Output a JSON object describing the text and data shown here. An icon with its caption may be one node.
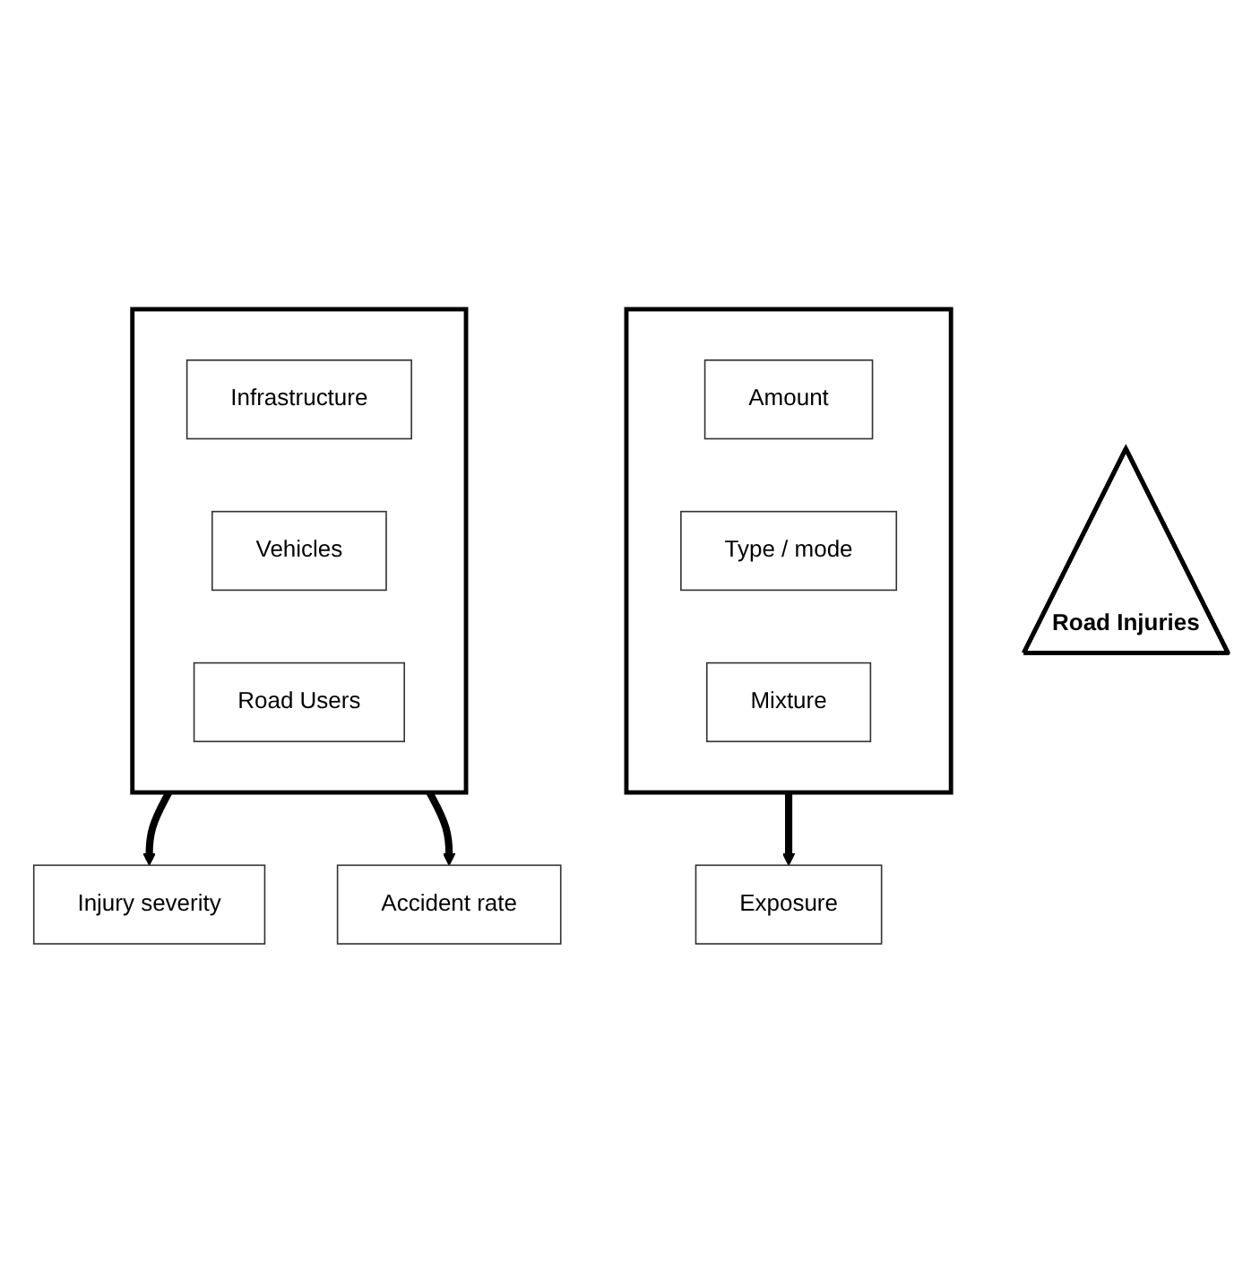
{
  "diagram": {
    "nodes": [
      {
        "text": [],
        "shape": "box"
      },
      {
        "text": [
          "Amount"
        ],
        "in": 0
      },
      {
        "text": [
          "Type / mode"
        ],
        "in": 0
      },
      {
        "text": [
          "Mixture"
        ],
        "in": 0
      },
      {
        "text": [
          "Exposure"
        ]
      },
      {
        "text": [
          "Road Injuries"
        ]
      },
      {
        "text": [
          "Injury severity"
        ]
      },
      {
        "text": [
          "Accident rate"
        ]
      },
      {
        "text": [],
        "shape": "box"
      },
      {
        "text": [
          "Infrastructure"
        ],
        "in": 8
      },
      {
        "text": [
          "Vehicles"
        ],
        "in": 8
      },
      {
        "text": [
          "Road Users"
        ],
        "in": 8
      }
    ],
    "edges": [
      {
        "from": 0,
        "to": 4,
        "arrow": "to"
      },
      {
        "from": 8,
        "to": 6,
        "arrow": "to"
      },
      {
        "from": 8,
        "to": 7,
        "arrow": "to"
      }
    ]
  }
}
